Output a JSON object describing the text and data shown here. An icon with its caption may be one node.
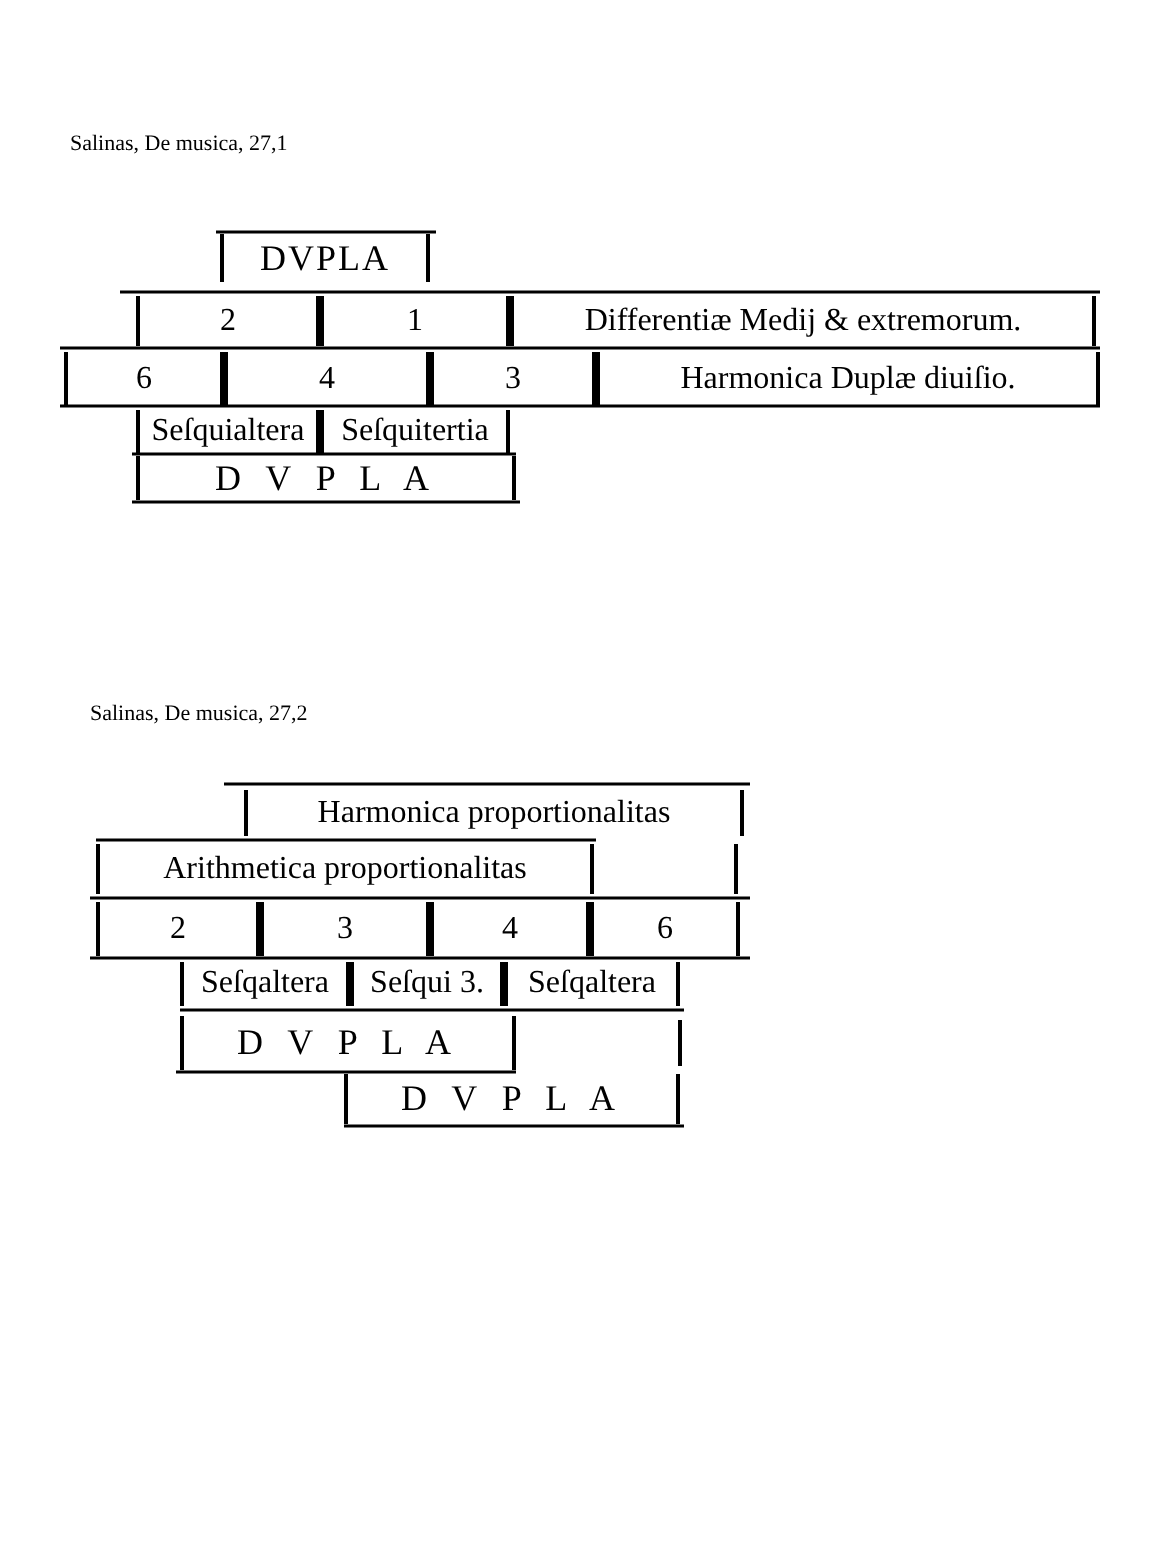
{
  "diagram": {
    "labels": [
      "Salinas, De musica, 27,1",
      "DVPLA",
      "2",
      "1",
      "Differentiæ Medij & extremorum.",
      "6",
      "4",
      "3",
      "Harmonica Duplæ diuiſio.",
      "Seſquialtera",
      "Seſquitertia",
      "D V P L A",
      "Salinas, De musica, 27,2",
      "Harmonica proportionalitas",
      "Arithmetica proportionalitas",
      "2",
      "3",
      "4",
      "6",
      "Seſqaltera",
      "Seſqui 3.",
      "Seſqaltera",
      "D V P L A",
      "D V P L A"
    ]
  }
}
